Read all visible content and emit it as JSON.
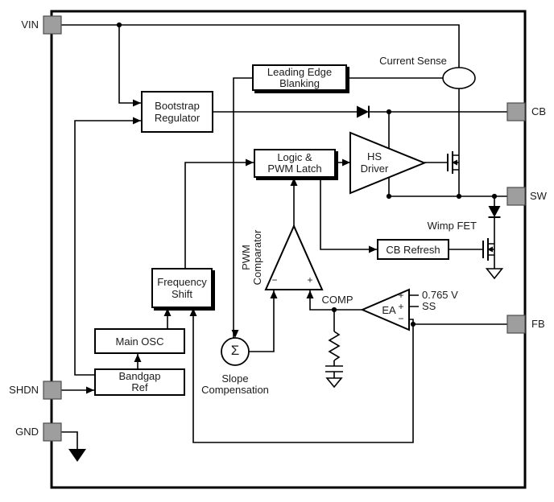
{
  "pins": {
    "vin": "VIN",
    "shdn": "SHDN",
    "gnd": "GND",
    "cb": "CB",
    "sw": "SW",
    "fb": "FB"
  },
  "blocks": {
    "bootstrap_regulator": {
      "line1": "Bootstrap",
      "line2": "Regulator"
    },
    "leading_edge_blanking": {
      "line1": "Leading Edge",
      "line2": "Blanking"
    },
    "logic_pwm_latch": {
      "line1": "Logic &",
      "line2": "PWM Latch"
    },
    "hs_driver": {
      "line1": "HS",
      "line2": "Driver"
    },
    "frequency_shift": {
      "line1": "Frequency",
      "line2": "Shift"
    },
    "main_osc": {
      "label": "Main OSC"
    },
    "bandgap_ref": {
      "line1": "Bandgap",
      "line2": "Ref"
    },
    "cb_refresh": {
      "label": "CB Refresh"
    }
  },
  "labels": {
    "current_sense": "Current Sense",
    "wimp_fet": "Wimp FET",
    "pwm_comparator": {
      "line1": "PWM",
      "line2": "Comparator"
    },
    "slope_compensation": {
      "line1": "Slope",
      "line2": "Compensation"
    },
    "comp": "COMP",
    "ea": "EA",
    "vref": "0.765 V",
    "ss": "SS",
    "sigma": "Σ",
    "plus": "+",
    "minus": "−"
  },
  "colors": {
    "line": "#000000",
    "pin_fill": "#9e9e9e",
    "pin_border": "#4d4d4d",
    "text": "#1b1b1b",
    "background": "#ffffff"
  }
}
